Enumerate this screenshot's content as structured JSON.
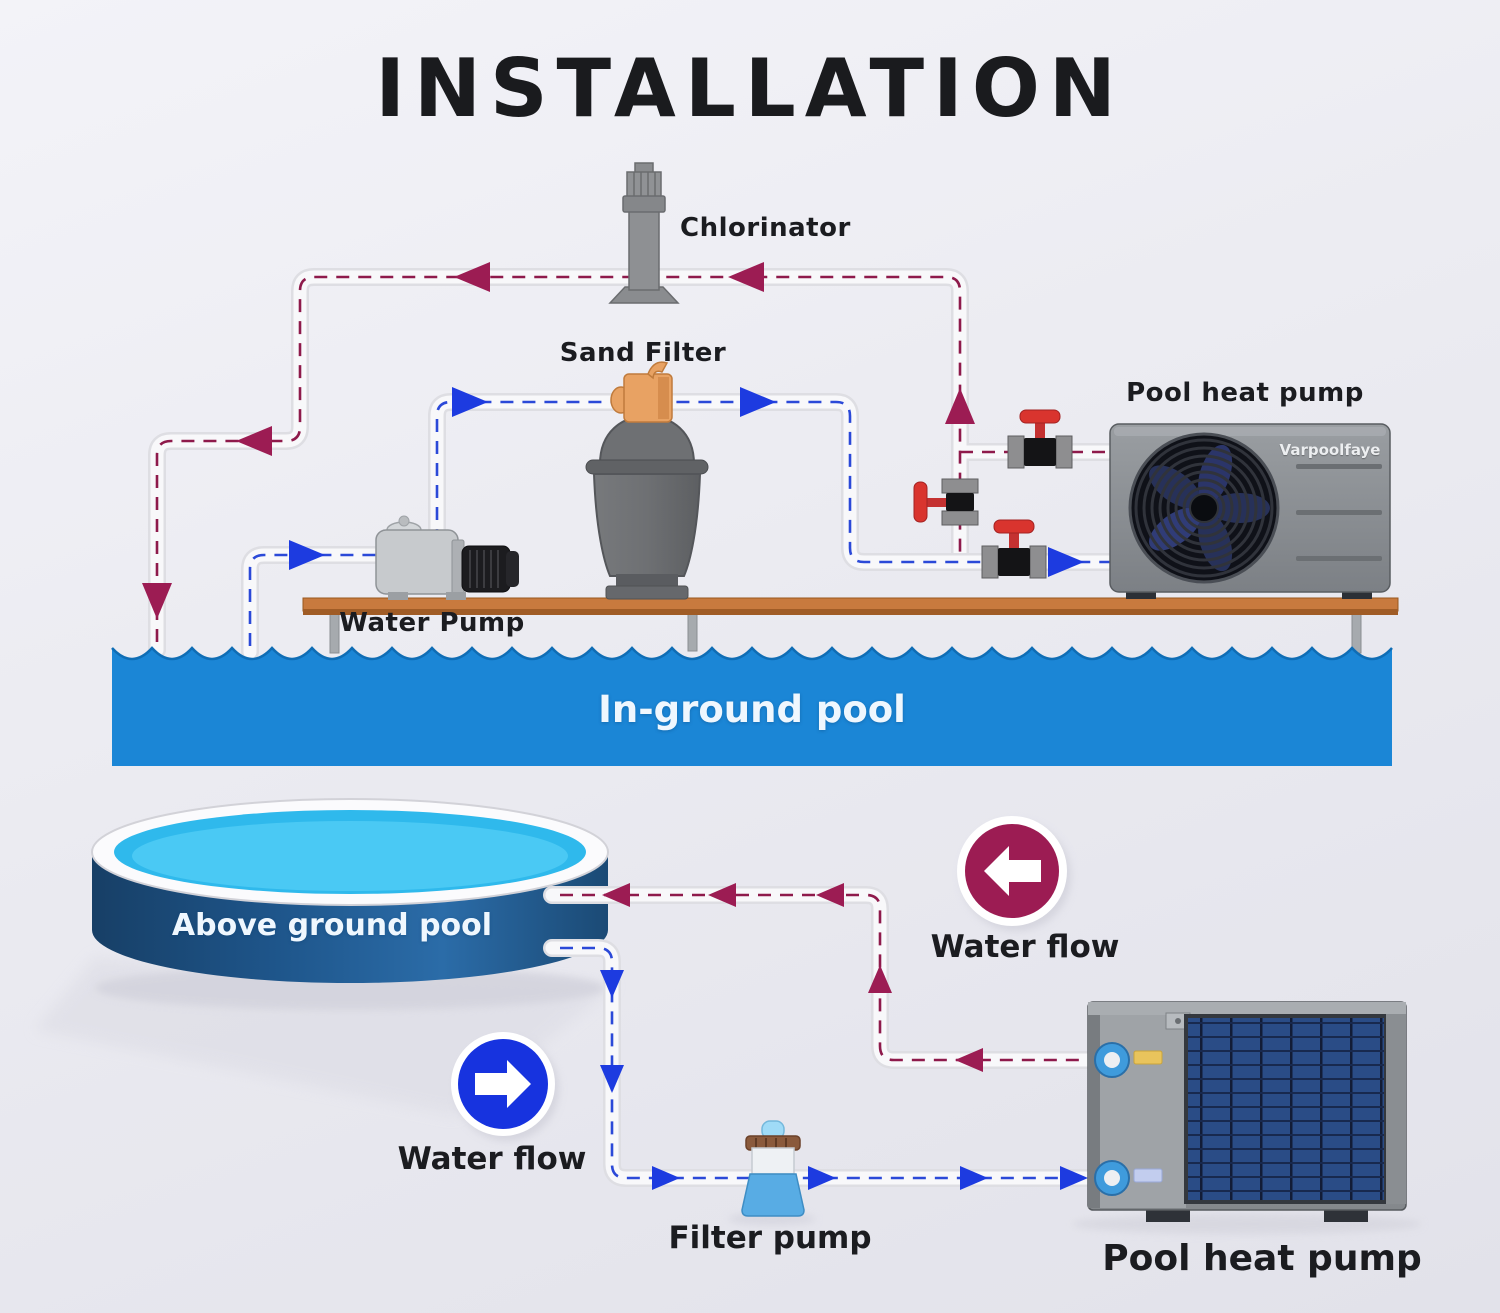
{
  "title": "INSTALLATION",
  "colors": {
    "background": "#ECECF2",
    "water_blue": "#1B86D6",
    "pool_body_blue": "#1D5587",
    "pool_water_cyan": "#3FC4F2",
    "return_flow_maroon": "#9C1C53",
    "supply_flow_blue": "#1D3BE0",
    "pipe_white": "#F6F6F8",
    "platform_brown": "#C87A3E",
    "equipment_gray": "#8A8F94",
    "valve_red": "#D9342E"
  },
  "top_diagram": {
    "chlorinator_label": "Chlorinator",
    "sand_filter_label": "Sand Filter",
    "water_pump_label": "Water Pump",
    "heat_pump_label": "Pool heat pump",
    "heat_pump_brand": "Varpoolfaye",
    "pool_label": "In-ground pool"
  },
  "bottom_diagram": {
    "pool_label": "Above ground pool",
    "return_flow_label": "Water flow",
    "supply_flow_label": "Water flow",
    "filter_pump_label": "Filter pump",
    "heat_pump_label": "Pool heat pump"
  }
}
